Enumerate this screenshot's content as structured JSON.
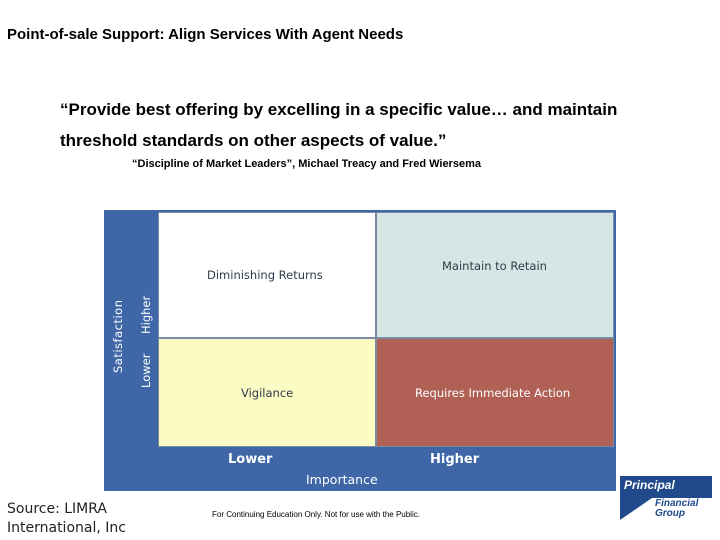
{
  "slide": {
    "title": "Point-of-sale Support: Align Services With Agent Needs",
    "quote_lines": [
      "“Provide best offering by excelling in a specific value… and maintain",
      "threshold standards  on other aspects of value.”"
    ],
    "citation": "“Discipline of Market Leaders”, Michael Treacy and Fred Wiersema"
  },
  "matrix": {
    "y_axis_title": "Satisfaction",
    "y_low": "Lower",
    "y_high": "Higher",
    "x_axis_title": "Importance",
    "x_low": "Lower",
    "x_high": "Higher",
    "quadrants": {
      "top_left": "Diminishing Returns",
      "top_right": "Maintain to Retain",
      "bottom_left": "Vigilance",
      "bottom_right": "Requires Immediate Action"
    },
    "colors": {
      "frame": "#3f66a6",
      "top_left": "#ffffff",
      "top_right": "#d5e7e4",
      "bottom_left": "#fbfbc4",
      "bottom_right": "#b06055"
    }
  },
  "footer": {
    "source_lines": [
      "Source: LIMRA",
      "International, Inc"
    ],
    "note": "For Continuing Education Only.  Not for use with the Public.",
    "logo_principal": "Principal",
    "logo_financial": "Financial",
    "logo_group": "Group"
  }
}
